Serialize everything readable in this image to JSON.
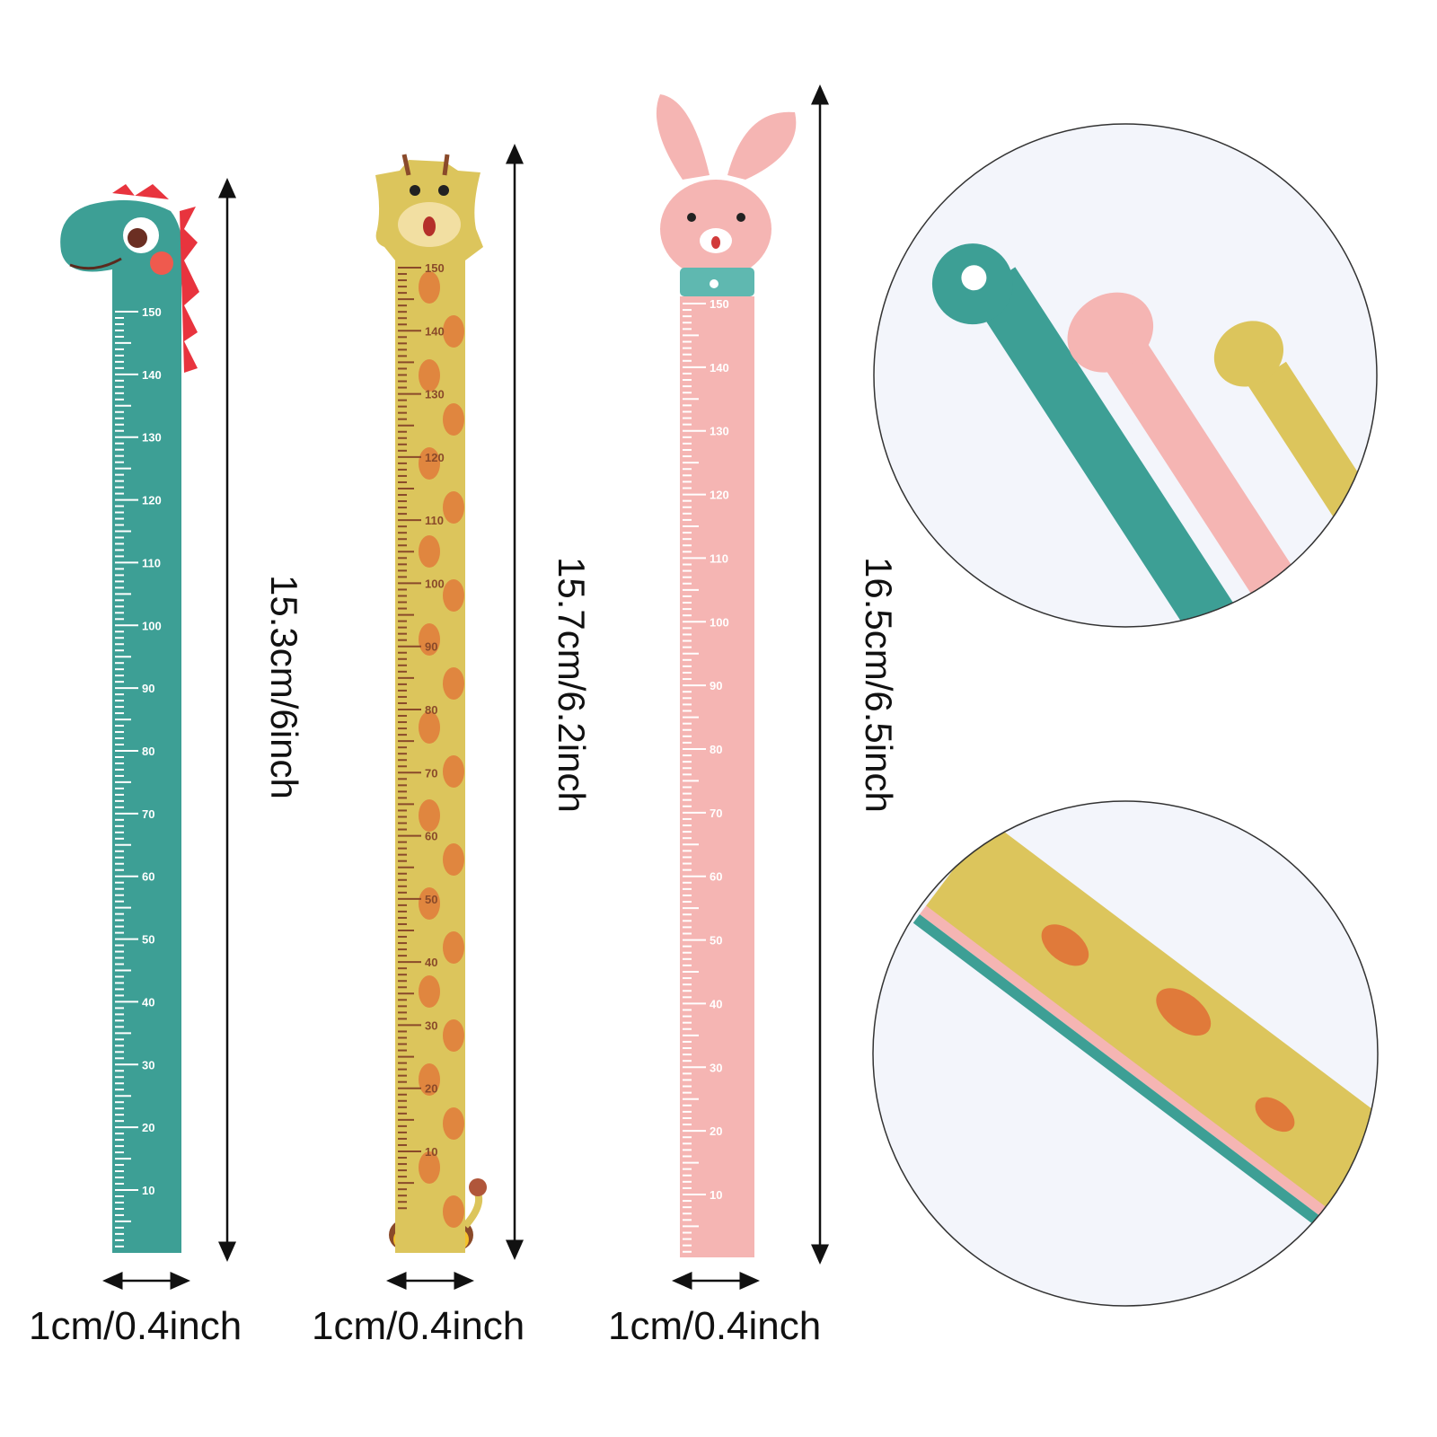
{
  "rulers": [
    {
      "name": "dinosaur",
      "length_label": "15.3cm/6inch",
      "width_label": "1cm/0.4inch",
      "color": "#3d9f95",
      "tick_color": "#ffffff",
      "label_color": "#ffffff"
    },
    {
      "name": "giraffe",
      "length_label": "15.7cm/6.2inch",
      "width_label": "1cm/0.4inch",
      "color": "#dcc55c",
      "tick_color": "#8a4a2a",
      "label_color": "#8a4a2a"
    },
    {
      "name": "bunny",
      "length_label": "16.5cm/6.5inch",
      "width_label": "1cm/0.4inch",
      "color": "#f5b5b3",
      "tick_color": "#ffffff",
      "label_color": "#ffffff"
    }
  ],
  "scale_labels": [
    "150",
    "140",
    "130",
    "120",
    "110",
    "100",
    "90",
    "80",
    "70",
    "60",
    "50",
    "40",
    "30",
    "20",
    "10"
  ]
}
